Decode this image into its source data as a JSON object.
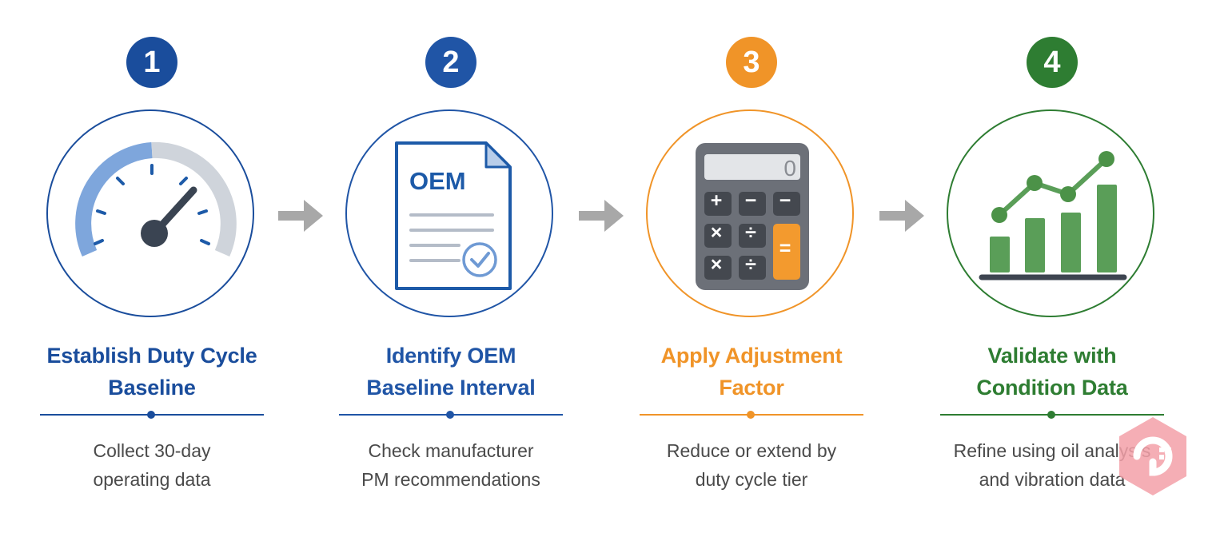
{
  "colors": {
    "step1": "#1a4d9c",
    "step2": "#2055a6",
    "step3": "#f09428",
    "step4": "#2e7d32",
    "arrow": "#a8a8a8",
    "text": "#4a4a4a"
  },
  "steps": [
    {
      "number": "1",
      "icon": "speedometer-icon",
      "title_lines": [
        "Establish Duty Cycle",
        "Baseline"
      ],
      "desc_lines": [
        "Collect 30-day",
        "operating data"
      ]
    },
    {
      "number": "2",
      "icon": "oem-document-icon",
      "doc_label": "OEM",
      "title_lines": [
        "Identify OEM",
        "Baseline Interval"
      ],
      "desc_lines": [
        "Check manufacturer",
        "PM recommendations"
      ]
    },
    {
      "number": "3",
      "icon": "calculator-icon",
      "calc_display": "0",
      "calc_keys": [
        "+",
        "−",
        "−",
        "×",
        "÷",
        "=",
        "×",
        "÷"
      ],
      "title_lines": [
        "Apply Adjustment",
        "Factor"
      ],
      "desc_lines": [
        "Reduce or extend by",
        "duty cycle tier"
      ]
    },
    {
      "number": "4",
      "icon": "growth-chart-icon",
      "title_lines": [
        "Validate with",
        "Condition Data"
      ],
      "desc_lines": [
        "Refine using oil analysis",
        "and vibration data"
      ]
    }
  ],
  "arrows": [
    "arrow-right-icon",
    "arrow-right-icon",
    "arrow-right-icon"
  ],
  "watermark_icon": "logo-watermark-icon"
}
